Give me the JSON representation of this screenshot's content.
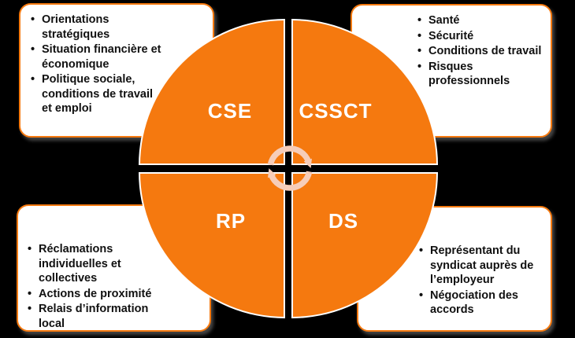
{
  "colors": {
    "orange": "#F5790F",
    "background": "#000000",
    "box_bg": "#FFFFFF",
    "text": "#111111",
    "label": "#FFFFFF",
    "icon": "#F6CDB9"
  },
  "quadrants": {
    "cse": "CSE",
    "cssct": "CSSCT",
    "rp": "RP",
    "ds": "DS"
  },
  "boxes": {
    "top_left": {
      "items": [
        "Orientations\nstratégiques",
        "Situation financière et\néconomique",
        "Politique sociale,\nconditions de travail\net emploi"
      ]
    },
    "top_right": {
      "items": [
        "Santé",
        "Sécurité",
        "Conditions de travail",
        "Risques professionnels"
      ]
    },
    "bottom_left": {
      "items": [
        "Réclamations\nindividuelles et\ncollectives",
        "Actions de proximité",
        "Relais d’information\nlocal"
      ]
    },
    "bottom_right": {
      "items": [
        "Représentant du\nsyndicat auprès de\nl’employeur",
        "Négociation des\naccords"
      ]
    }
  },
  "center_icon": "cycle-arrows-icon"
}
